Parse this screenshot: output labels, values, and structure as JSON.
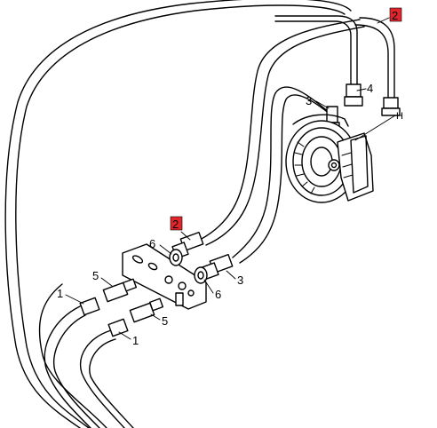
{
  "callouts": {
    "c2_top": "2",
    "c4": "4",
    "c3_top": "3",
    "cH": "H",
    "c2_mid": "2",
    "c6_left": "6",
    "c6_right": "6",
    "c3_bottom": "3",
    "c5_top": "5",
    "c5_bottom": "5",
    "c1_top": "1",
    "c1_bottom": "1"
  },
  "colors": {
    "highlight": "#e0262b",
    "line": "#000000"
  }
}
